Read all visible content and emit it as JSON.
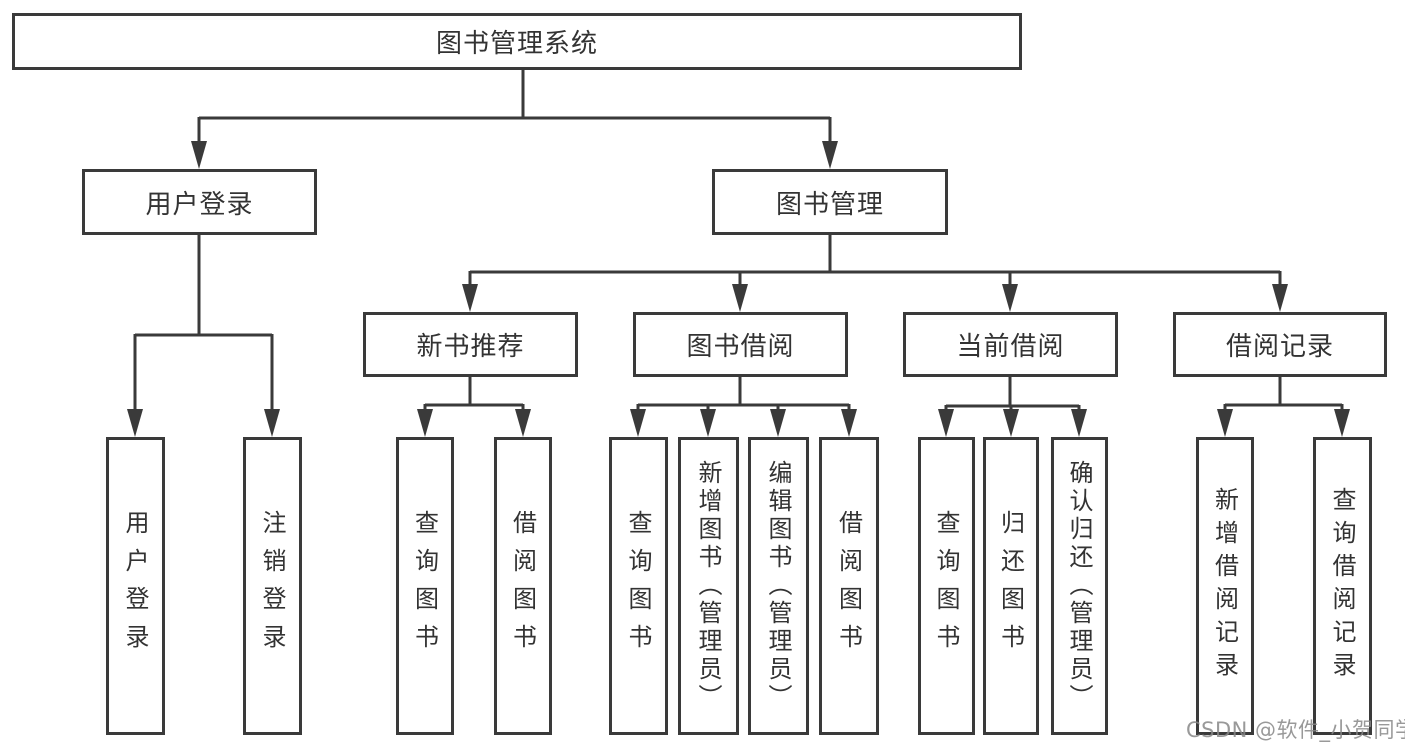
{
  "diagram": {
    "title": "图书管理系统",
    "root": {
      "label": "图书管理系统"
    },
    "level2": [
      {
        "label": "用户登录"
      },
      {
        "label": "图书管理"
      }
    ],
    "level3": [
      {
        "label": "新书推荐"
      },
      {
        "label": "图书借阅"
      },
      {
        "label": "当前借阅"
      },
      {
        "label": "借阅记录"
      }
    ],
    "leaves": [
      {
        "label": "用户登录"
      },
      {
        "label": "注销登录"
      },
      {
        "label": "查询图书"
      },
      {
        "label": "借阅图书"
      },
      {
        "label": "查询图书"
      },
      {
        "label": "新增图书（管理员）"
      },
      {
        "label": "编辑图书（管理员）"
      },
      {
        "label": "借阅图书"
      },
      {
        "label": "查询图书"
      },
      {
        "label": "归还图书"
      },
      {
        "label": "确认归还（管理员）"
      },
      {
        "label": "新增借阅记录"
      },
      {
        "label": "查询借阅记录"
      }
    ]
  },
  "watermark": {
    "text": "CSDN @软件_小贺同学"
  },
  "colors": {
    "line": "#3a3a3a",
    "text": "#333333",
    "watermark": "#878787",
    "background": "#ffffff"
  }
}
